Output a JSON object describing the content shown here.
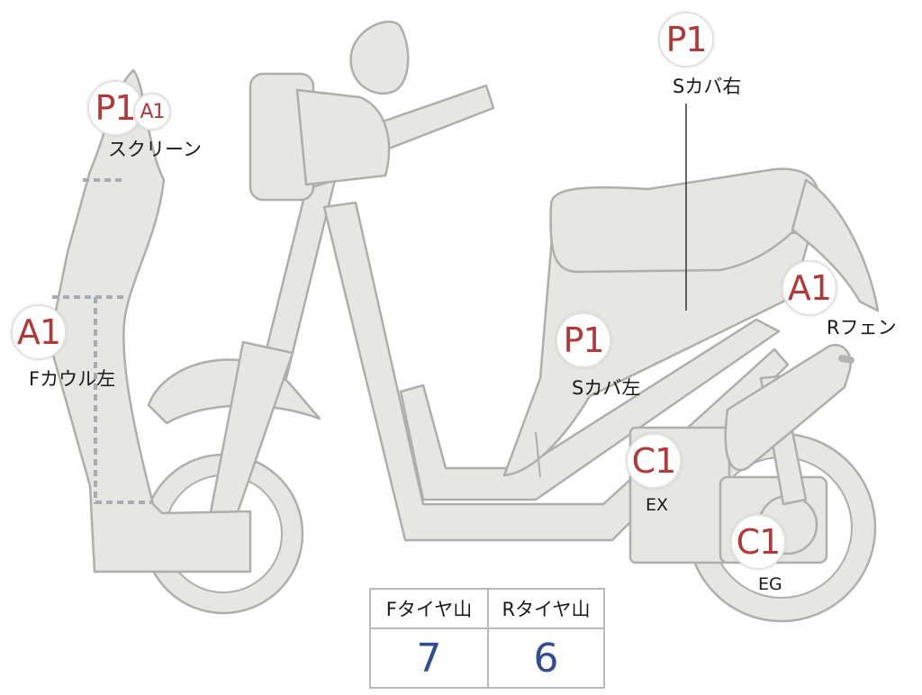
{
  "parts": [
    {
      "id": "screen",
      "code": "P1",
      "code2": "A1",
      "label": "スクリーン"
    },
    {
      "id": "fcowl_left",
      "code": "A1",
      "label": "Fカウル左"
    },
    {
      "id": "scover_right",
      "code": "P1",
      "label": "Sカバ右"
    },
    {
      "id": "scover_left",
      "code": "P1",
      "label": "Sカバ左"
    },
    {
      "id": "rfender",
      "code": "A1",
      "label": "Rフェン"
    },
    {
      "id": "ex",
      "code": "C1",
      "label": "EX"
    },
    {
      "id": "eg",
      "code": "C1",
      "label": "EG"
    }
  ],
  "tire_table": {
    "headers": [
      "Fタイヤ山",
      "Rタイヤ山"
    ],
    "values": [
      "7",
      "6"
    ]
  }
}
